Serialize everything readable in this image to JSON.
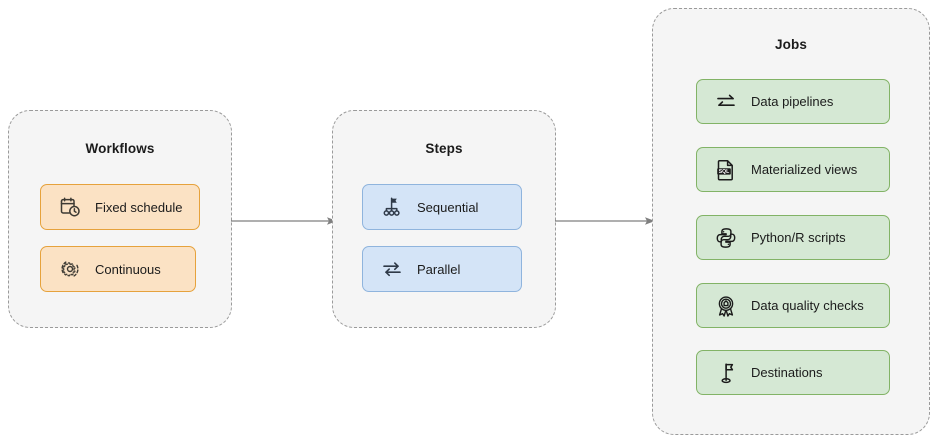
{
  "diagram": {
    "type": "flow",
    "background": "#ffffff",
    "groups": [
      {
        "id": "workflows",
        "title": "Workflows",
        "accent": "#e6a23c",
        "fill": "#fbe2c4",
        "items": [
          {
            "label": "Fixed schedule",
            "icon": "calendar-clock-icon"
          },
          {
            "label": "Continuous",
            "icon": "continuous-gear-icon"
          }
        ]
      },
      {
        "id": "steps",
        "title": "Steps",
        "accent": "#8fb4dd",
        "fill": "#d4e4f7",
        "items": [
          {
            "label": "Sequential",
            "icon": "flag-hierarchy-icon"
          },
          {
            "label": "Parallel",
            "icon": "parallel-arrows-icon"
          }
        ]
      },
      {
        "id": "jobs",
        "title": "Jobs",
        "accent": "#82b366",
        "fill": "#d5e8d4",
        "items": [
          {
            "label": "Data pipelines",
            "icon": "exchange-arrows-icon"
          },
          {
            "label": "Materialized views",
            "icon": "sql-file-icon"
          },
          {
            "label": "Python/R scripts",
            "icon": "python-icon"
          },
          {
            "label": "Data quality checks",
            "icon": "award-medal-icon"
          },
          {
            "label": "Destinations",
            "icon": "destination-flag-icon"
          }
        ]
      }
    ],
    "connectors": [
      {
        "from": "workflows",
        "to": "steps",
        "style": "solid-arrow",
        "color": "#7f7f7f"
      },
      {
        "from": "steps",
        "to": "jobs",
        "style": "solid-arrow",
        "color": "#7f7f7f"
      }
    ]
  }
}
